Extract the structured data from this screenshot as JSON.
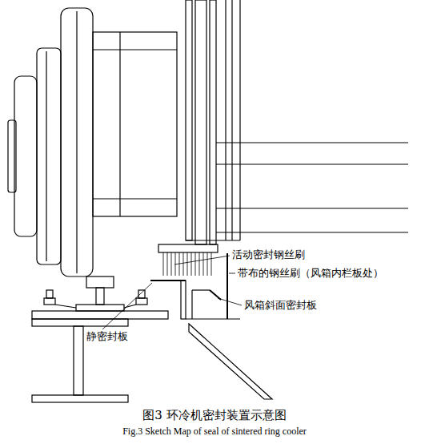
{
  "diagram": {
    "caption": "图3 环冷机密封装置示意图",
    "labels": [
      "活动密封钢丝刷",
      "带布的钢丝刷（风箱内栏板处）",
      "风箱斜面密封板",
      "静密封板",
      "Fig.3 Sketch Map of seal of sintered ring cooler"
    ]
  }
}
